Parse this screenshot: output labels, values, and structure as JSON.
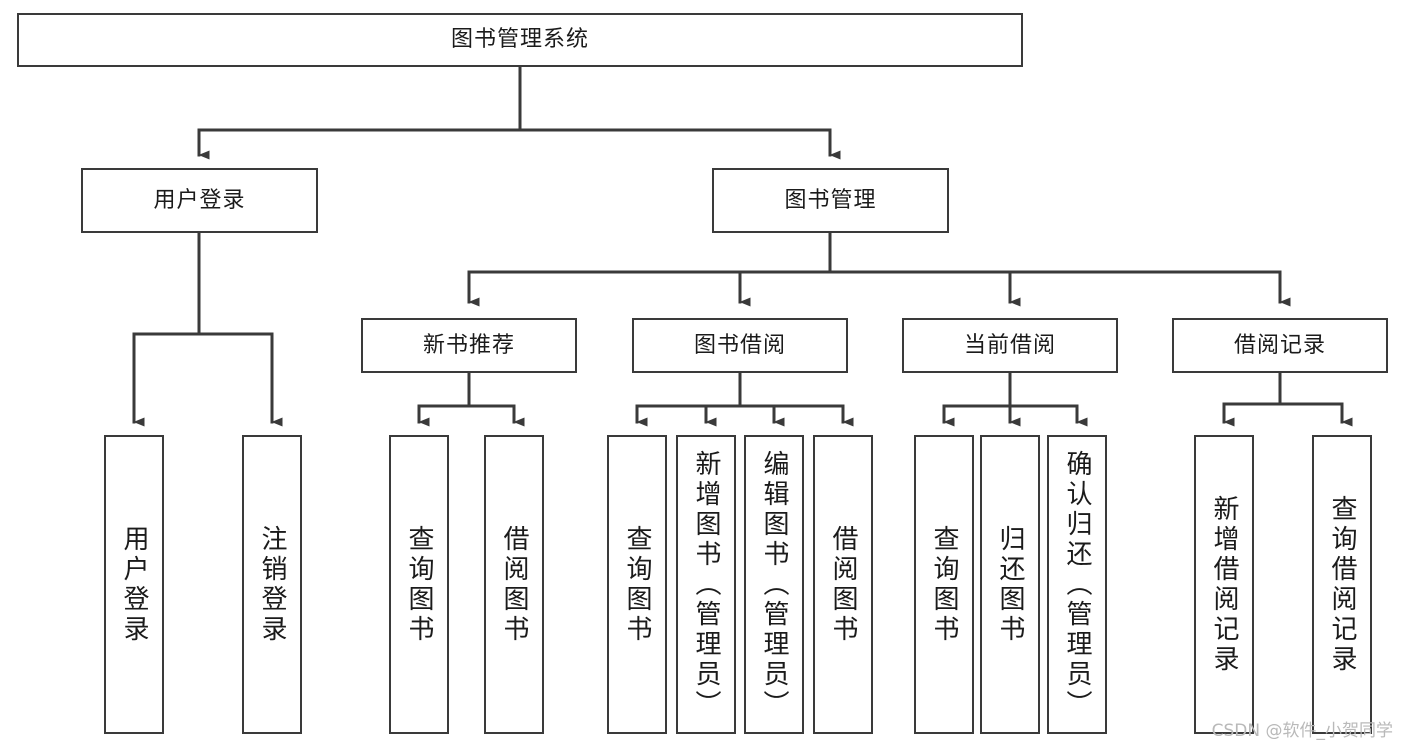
{
  "diagram": {
    "title": "图书管理系统",
    "type": "功能结构图",
    "watermark": "CSDN @软件_小贺同学",
    "colors": {
      "box_border": "#3a3a3a",
      "box_fill": "#ffffff",
      "connector": "#3a3a3a",
      "text": "#1b1b1b",
      "watermark": "#b9b9b9",
      "background": "#ffffff"
    },
    "root": {
      "id": "root",
      "label": "图书管理系统"
    },
    "level2": [
      {
        "id": "user-login",
        "label": "用户登录"
      },
      {
        "id": "book-manage",
        "label": "图书管理"
      }
    ],
    "level3": [
      {
        "id": "new-book-recommend",
        "label": "新书推荐",
        "parent": "book-manage"
      },
      {
        "id": "book-borrow",
        "label": "图书借阅",
        "parent": "book-manage"
      },
      {
        "id": "current-borrow",
        "label": "当前借阅",
        "parent": "book-manage"
      },
      {
        "id": "borrow-record",
        "label": "借阅记录",
        "parent": "book-manage"
      }
    ],
    "leaves": [
      {
        "id": "leaf-user-login",
        "label": "用户登录",
        "parent": "user-login"
      },
      {
        "id": "leaf-logout-login",
        "label": "注销登录",
        "parent": "user-login"
      },
      {
        "id": "leaf-query-book-1",
        "label": "查询图书",
        "parent": "new-book-recommend"
      },
      {
        "id": "leaf-borrow-book-1",
        "label": "借阅图书",
        "parent": "new-book-recommend"
      },
      {
        "id": "leaf-query-book-2",
        "label": "查询图书",
        "parent": "book-borrow"
      },
      {
        "id": "leaf-add-book",
        "label": "新增图书（管理员）",
        "parent": "book-borrow"
      },
      {
        "id": "leaf-edit-book",
        "label": "编辑图书（管理员）",
        "parent": "book-borrow"
      },
      {
        "id": "leaf-borrow-book-2",
        "label": "借阅图书",
        "parent": "book-borrow"
      },
      {
        "id": "leaf-query-book-3",
        "label": "查询图书",
        "parent": "current-borrow"
      },
      {
        "id": "leaf-return-book",
        "label": "归还图书",
        "parent": "current-borrow"
      },
      {
        "id": "leaf-confirm-return",
        "label": "确认归还（管理员）",
        "parent": "current-borrow"
      },
      {
        "id": "leaf-add-record",
        "label": "新增借阅记录",
        "parent": "borrow-record"
      },
      {
        "id": "leaf-query-record",
        "label": "查询借阅记录",
        "parent": "borrow-record"
      }
    ]
  }
}
